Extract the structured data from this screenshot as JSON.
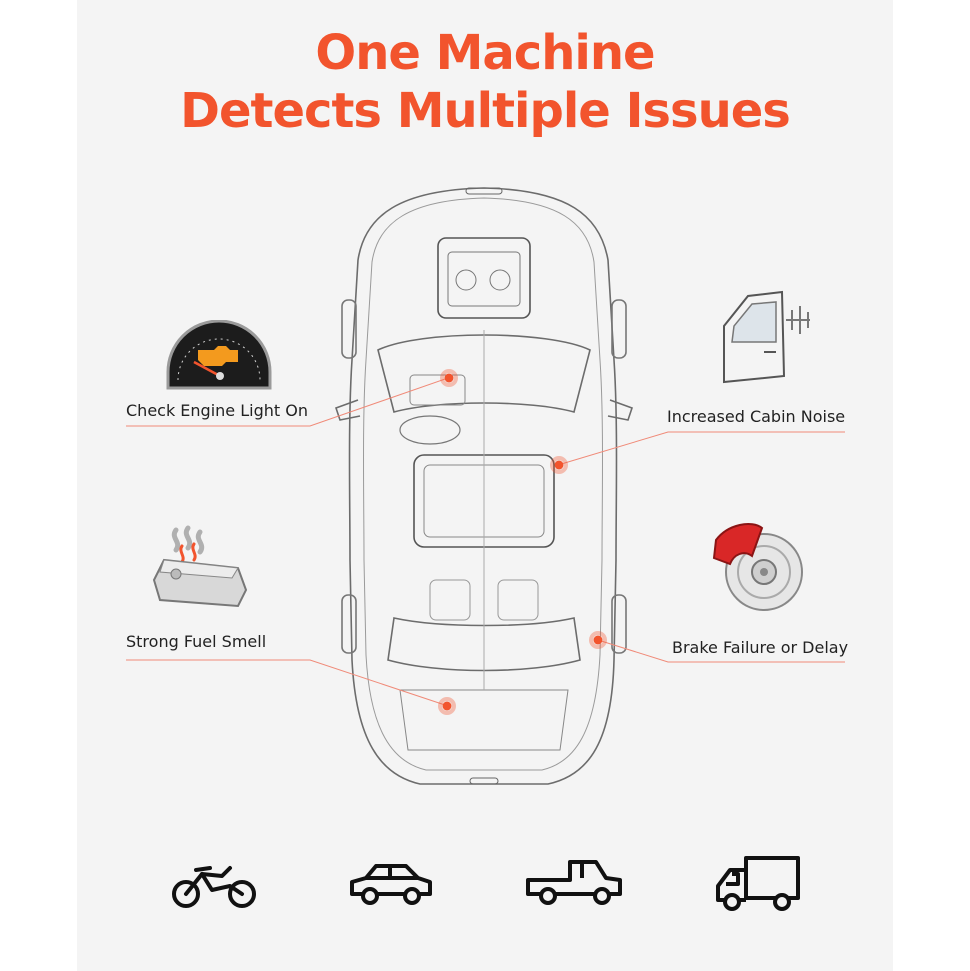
{
  "title": {
    "line1": "One Machine",
    "line2": "Detects Multiple Issues"
  },
  "callouts": {
    "check_engine": "Check Engine Light On",
    "cabin_noise": "Increased Cabin Noise",
    "fuel_smell": "Strong Fuel Smell",
    "brake": "Brake Failure or Delay"
  },
  "vehicles": [
    "motorcycle-icon",
    "car-icon",
    "pickup-truck-icon",
    "box-truck-icon"
  ],
  "colors": {
    "accent": "#f2542d",
    "line": "#f08a78",
    "dot": "#f2542d"
  }
}
